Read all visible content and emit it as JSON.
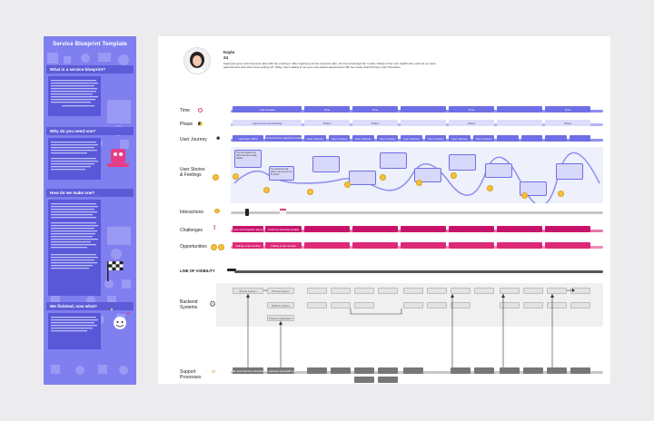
{
  "sidebar": {
    "title": "Service Blueprint Template",
    "sections": [
      {
        "title": "What is a service blueprint?",
        "body": "Definition: A service blueprint is a diagram that visualizes the relationships between different service components — people, props (physical or digital evidence), and processes — that are directly tied to touchpoints in a specific customer journey. — Nielsen Norman Group"
      },
      {
        "title": "Why do you need one?",
        "body": ""
      },
      {
        "title": "How do we make one?",
        "body": ""
      },
      {
        "title": "We finished, now what?",
        "body": ""
      }
    ]
  },
  "persona": {
    "name": "Kayla",
    "age": "24",
    "bio": "Kayla just got a new insurance plan with her employer. After signing up at her previous plan, she has prolonged her to take charge of her own health care, and set up some appointments that she's been putting off. Today, she's calling to set up a new patient appointment with her newly listed Primary Care Physician."
  },
  "rows": {
    "time": "Time",
    "phase": "Phase",
    "journey": "User Journey",
    "stories": "User Stories\n& Feelings",
    "interactions": "Interactions",
    "challenges": "Challenges",
    "opportunities": "Opportunities",
    "visibility": "LINE OF VISIBILITY",
    "backend": "Backend\nSystems",
    "support": "Support\nProcesses"
  },
  "time_cells": [
    "1-10 minutes",
    "Time",
    "Time",
    "Time",
    "Time"
  ],
  "phase_cells": [
    "Appointment Scheduling",
    "Phase",
    "Phase",
    "Phase",
    "Phase"
  ],
  "journey_cells": [
    "Calls their office",
    "Talk to the front desk / appointment scheduler",
    "User Journey",
    "User Journey",
    "User Journey",
    "User Journey",
    "User Journey",
    "User Journey",
    "User Journey",
    "User Journey"
  ],
  "challenge_cells": [
    "Lost and forgotten about",
    "Confirms schedule details"
  ],
  "opportunity_cells": [
    "Calling a cell number",
    "Calling a cell number"
  ],
  "backend_cells": [
    "Phone system",
    "Phone system",
    "Patient system",
    "Patient registration"
  ],
  "support_cells": [
    "Hire and train the scheduler",
    "Adopt optimize and EHR system"
  ],
  "bubble_texts": [
    "The front desk at the office has been really helpful.",
    "I'm excited to hear when I can see her on the third!"
  ],
  "colors": {
    "sidebar": "#7f7ff0",
    "accent": "#6e6ee6",
    "challenge": "#c8136b",
    "opportunity": "#dc2a78",
    "emoji": "#f7c23a",
    "visibility": "#555555"
  }
}
